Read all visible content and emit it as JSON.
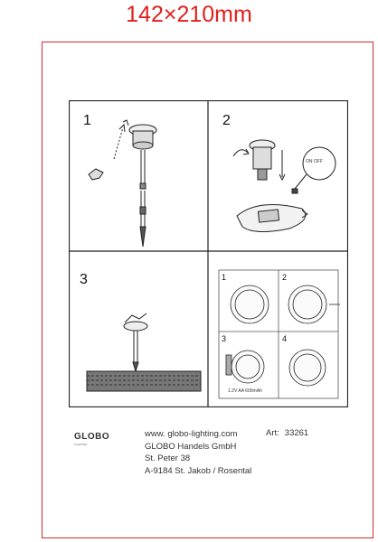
{
  "dimensions": "142×210mm",
  "steps": [
    "1",
    "2",
    "3"
  ],
  "sub_steps": [
    "1",
    "2",
    "3",
    "4"
  ],
  "switch_label": "ON  OFF",
  "battery_label": "1.2V AA 600mAh",
  "brand": {
    "name": "GLOBO",
    "sub": "LIGHTING"
  },
  "address": {
    "website": "www. globo-lighting.com",
    "company": "GLOBO Handels GmbH",
    "street": "St. Peter 38",
    "city": "A-9184 St. Jakob / Rosental"
  },
  "article": {
    "label": "Art:",
    "number": "33261"
  },
  "colors": {
    "dimension_text": "#e0201c",
    "frame": "#d42a2a"
  }
}
